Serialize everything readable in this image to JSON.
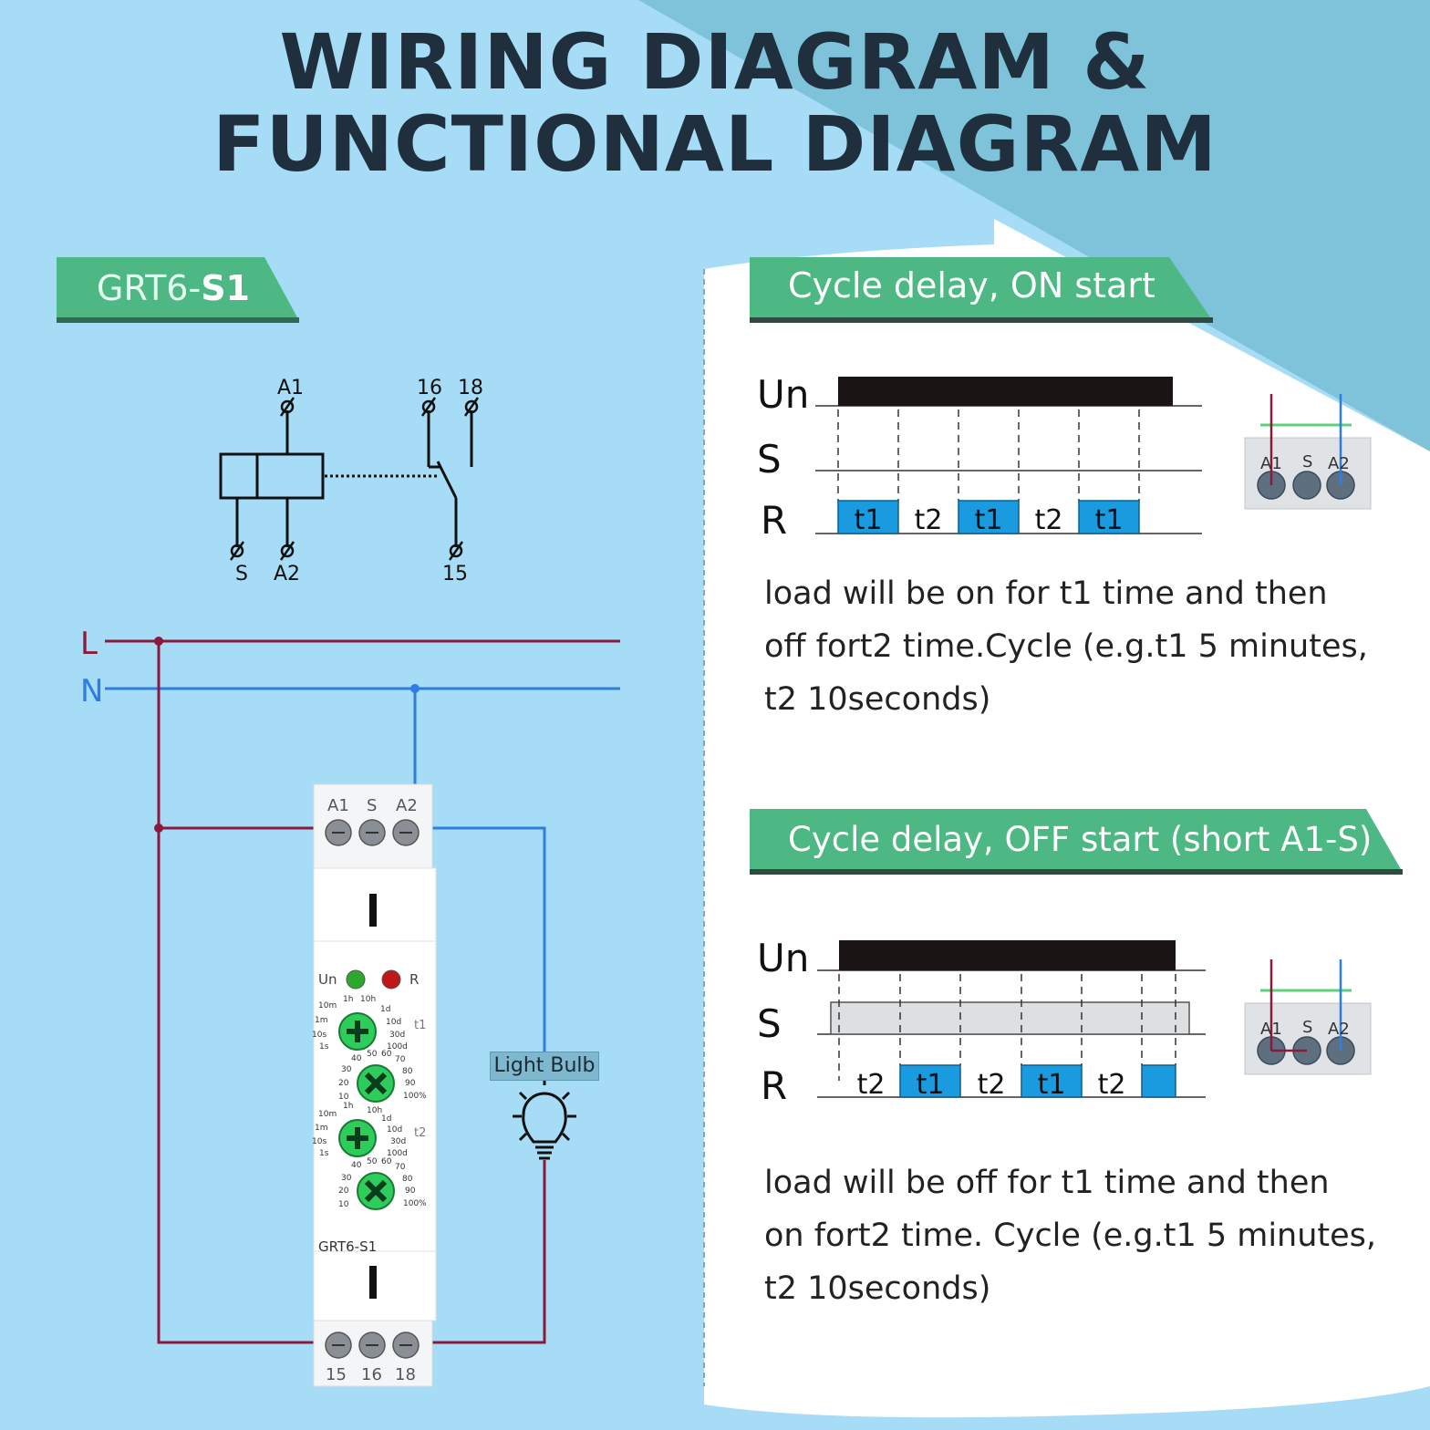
{
  "title": {
    "line1": "WIRING DIAGRAM &",
    "line2": "FUNCTIONAL DIAGRAM"
  },
  "model_tag": {
    "prefix": "GRT6-",
    "bold": "S1"
  },
  "schematic": {
    "a1": "A1",
    "s": "S",
    "a2": "A2",
    "t16": "16",
    "t18": "18",
    "t15": "15"
  },
  "wiring": {
    "line_l": "L",
    "line_n": "N",
    "bulb_label": "Light Bulb",
    "colors": {
      "live": "#8b1a3a",
      "neutral": "#2f7de0"
    }
  },
  "device": {
    "top_terminals": [
      "A1",
      "S",
      "A2"
    ],
    "bottom_terminals": [
      "15",
      "16",
      "18"
    ],
    "led_un": "Un",
    "led_r": "R",
    "t1_label": "t1",
    "t2_label": "t2",
    "time_dial_labels": {
      "l1": "1h",
      "l2": "10h",
      "l3": "10m",
      "l4": "1d",
      "l5": "1m",
      "l6": "10d",
      "l7": "10s",
      "l8": "30d",
      "l9": "1s",
      "l10": "100d"
    },
    "pct_dial_labels": {
      "p1": "40",
      "p2": "50",
      "p3": "60",
      "p4": "70",
      "p5": "30",
      "p6": "80",
      "p7": "20",
      "p8": "90",
      "p9": "10",
      "p10": "100%"
    },
    "model": "GRT6-S1"
  },
  "section_on": {
    "heading": "Cycle delay, ON start",
    "rows": {
      "un": "Un",
      "s": "S",
      "r": "R"
    },
    "r_segments": [
      "t1",
      "t2",
      "t1",
      "t2",
      "t1"
    ],
    "terminal_labels": [
      "A1",
      "S",
      "A2"
    ],
    "description": [
      "load will be on for t1 time and then",
      "off fort2 time.Cycle (e.g.t1 5 minutes,",
      "t2 10seconds)"
    ]
  },
  "section_off": {
    "heading": "Cycle delay, OFF start (short A1-S)",
    "rows": {
      "un": "Un",
      "s": "S",
      "r": "R"
    },
    "r_segments": [
      "t2",
      "t1",
      "t2",
      "t1",
      "t2"
    ],
    "terminal_labels": [
      "A1",
      "S",
      "A2"
    ],
    "description": [
      "load will be off for t1 time and then",
      "on fort2 time. Cycle (e.g.t1 5 minutes,",
      "t2 10seconds)"
    ]
  },
  "colors": {
    "banner": "#4db883",
    "pulse": "#1a9be0",
    "bar": "#1a1414"
  }
}
